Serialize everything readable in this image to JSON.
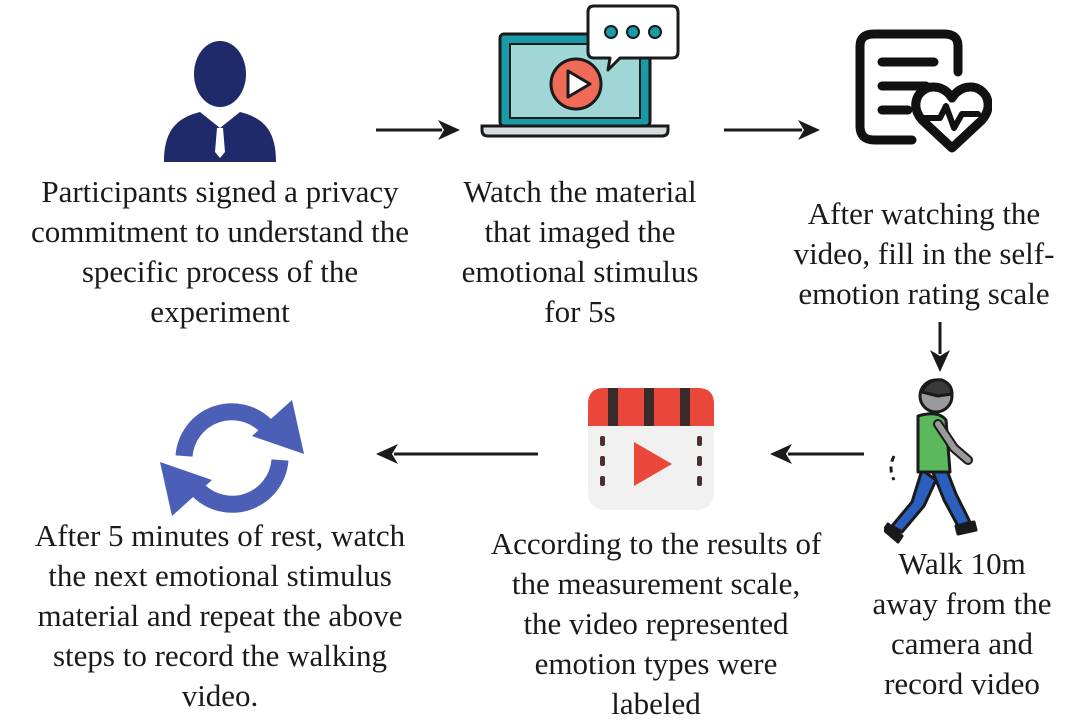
{
  "figure": {
    "steps": [
      {
        "id": "consent",
        "icon": "person-icon",
        "lines": [
          "Participants signed a privacy",
          "commitment to understand the",
          "specific process of the",
          "experiment"
        ]
      },
      {
        "id": "watch",
        "icon": "laptop-video-icon",
        "lines": [
          "Watch the material",
          "that imaged the",
          "emotional stimulus",
          "for 5s"
        ]
      },
      {
        "id": "rating",
        "icon": "heart-report-icon",
        "lines": [
          "After watching the",
          "video, fill in the self-",
          "emotion rating scale"
        ]
      },
      {
        "id": "walk",
        "icon": "walking-person-icon",
        "lines": [
          "Walk 10m",
          "away from the",
          "camera and",
          "record video"
        ]
      },
      {
        "id": "label",
        "icon": "video-clapper-icon",
        "lines": [
          "According to the results of",
          "the measurement scale,",
          "the video represented",
          "emotion types were",
          "labeled"
        ]
      },
      {
        "id": "repeat",
        "icon": "refresh-cycle-icon",
        "lines": [
          "After 5 minutes of rest, watch",
          "the next emotional stimulus",
          "material and repeat the above",
          "steps to record the walking",
          "video."
        ]
      }
    ],
    "colors": {
      "person": "#1f2a6b",
      "laptop_frame": "#1a9aa6",
      "laptop_screen": "#9fd6d6",
      "play_circle": "#ef6a57",
      "clapper_red": "#e8473a",
      "cycle_blue": "#4a5fb5",
      "walker_shirt": "#5cb85c",
      "walker_pants": "#2b5fbd",
      "arrow": "#1a1a1a"
    }
  }
}
